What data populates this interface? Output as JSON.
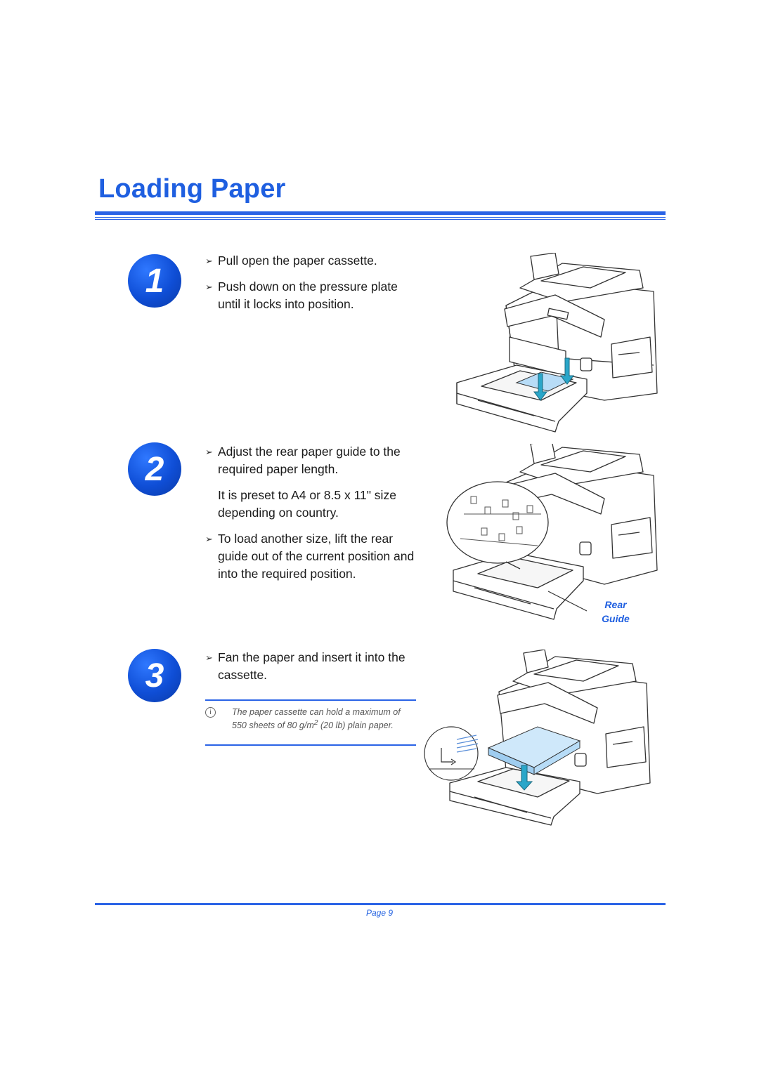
{
  "page": {
    "title": "Loading Paper",
    "footer": "Page 9"
  },
  "steps": [
    {
      "number": "1",
      "bullets": [
        "Pull open the paper cassette.",
        "Push down on the pressure plate until it locks into position."
      ]
    },
    {
      "number": "2",
      "bullets": [
        "Adjust the rear paper guide to the required paper length.",
        "To load another size, lift the rear guide out of the current position and into the required position."
      ],
      "paragraph": "It is preset to A4 or 8.5 x 11\" size depending on country.",
      "callout": [
        "Rear",
        "Guide"
      ]
    },
    {
      "number": "3",
      "bullets": [
        "Fan the paper and insert it into the cassette."
      ],
      "note": {
        "icon": "info-icon",
        "pre": "The paper cassette can hold a maximum of 550 sheets of 80 g/m",
        "sup": "2",
        "post": " (20 lb) plain paper."
      }
    }
  ],
  "colors": {
    "accent": "#1f5fe0",
    "rule": "#2a63e6",
    "circle": "#0f4ed6",
    "paper_highlight": "#b7dcf7"
  }
}
